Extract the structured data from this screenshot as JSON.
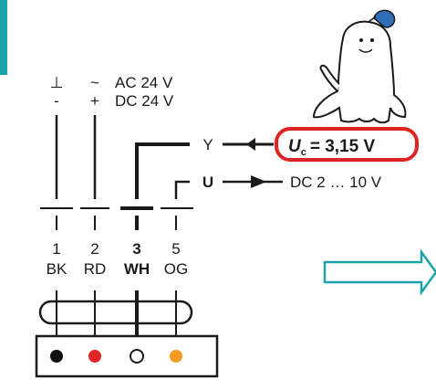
{
  "supply": {
    "col1_top": "⊥",
    "col1_bottom": "-",
    "col2_top": "~",
    "col2_bottom": "+",
    "ac_label": "AC 24 V",
    "dc_label": "DC 24 V"
  },
  "signals": {
    "y_symbol": "Y",
    "u_symbol": "U",
    "uc_var": "U",
    "uc_sub": "c",
    "uc_value": "= 3,15 V",
    "dc_range": "DC 2 … 10 V"
  },
  "terminals": [
    {
      "number": "1",
      "code": "BK",
      "color": "#111111",
      "emphasis": false
    },
    {
      "number": "2",
      "code": "RD",
      "color": "#e02424",
      "emphasis": false
    },
    {
      "number": "3",
      "code": "WH",
      "color": "#ffffff",
      "emphasis": true
    },
    {
      "number": "5",
      "code": "OG",
      "color": "#f39c1f",
      "emphasis": false
    }
  ],
  "colors": {
    "accent_teal": "#1aa3a8",
    "highlight_red": "#e02424",
    "mascot_cap": "#2f6db5",
    "line": "#1a1a1a"
  }
}
